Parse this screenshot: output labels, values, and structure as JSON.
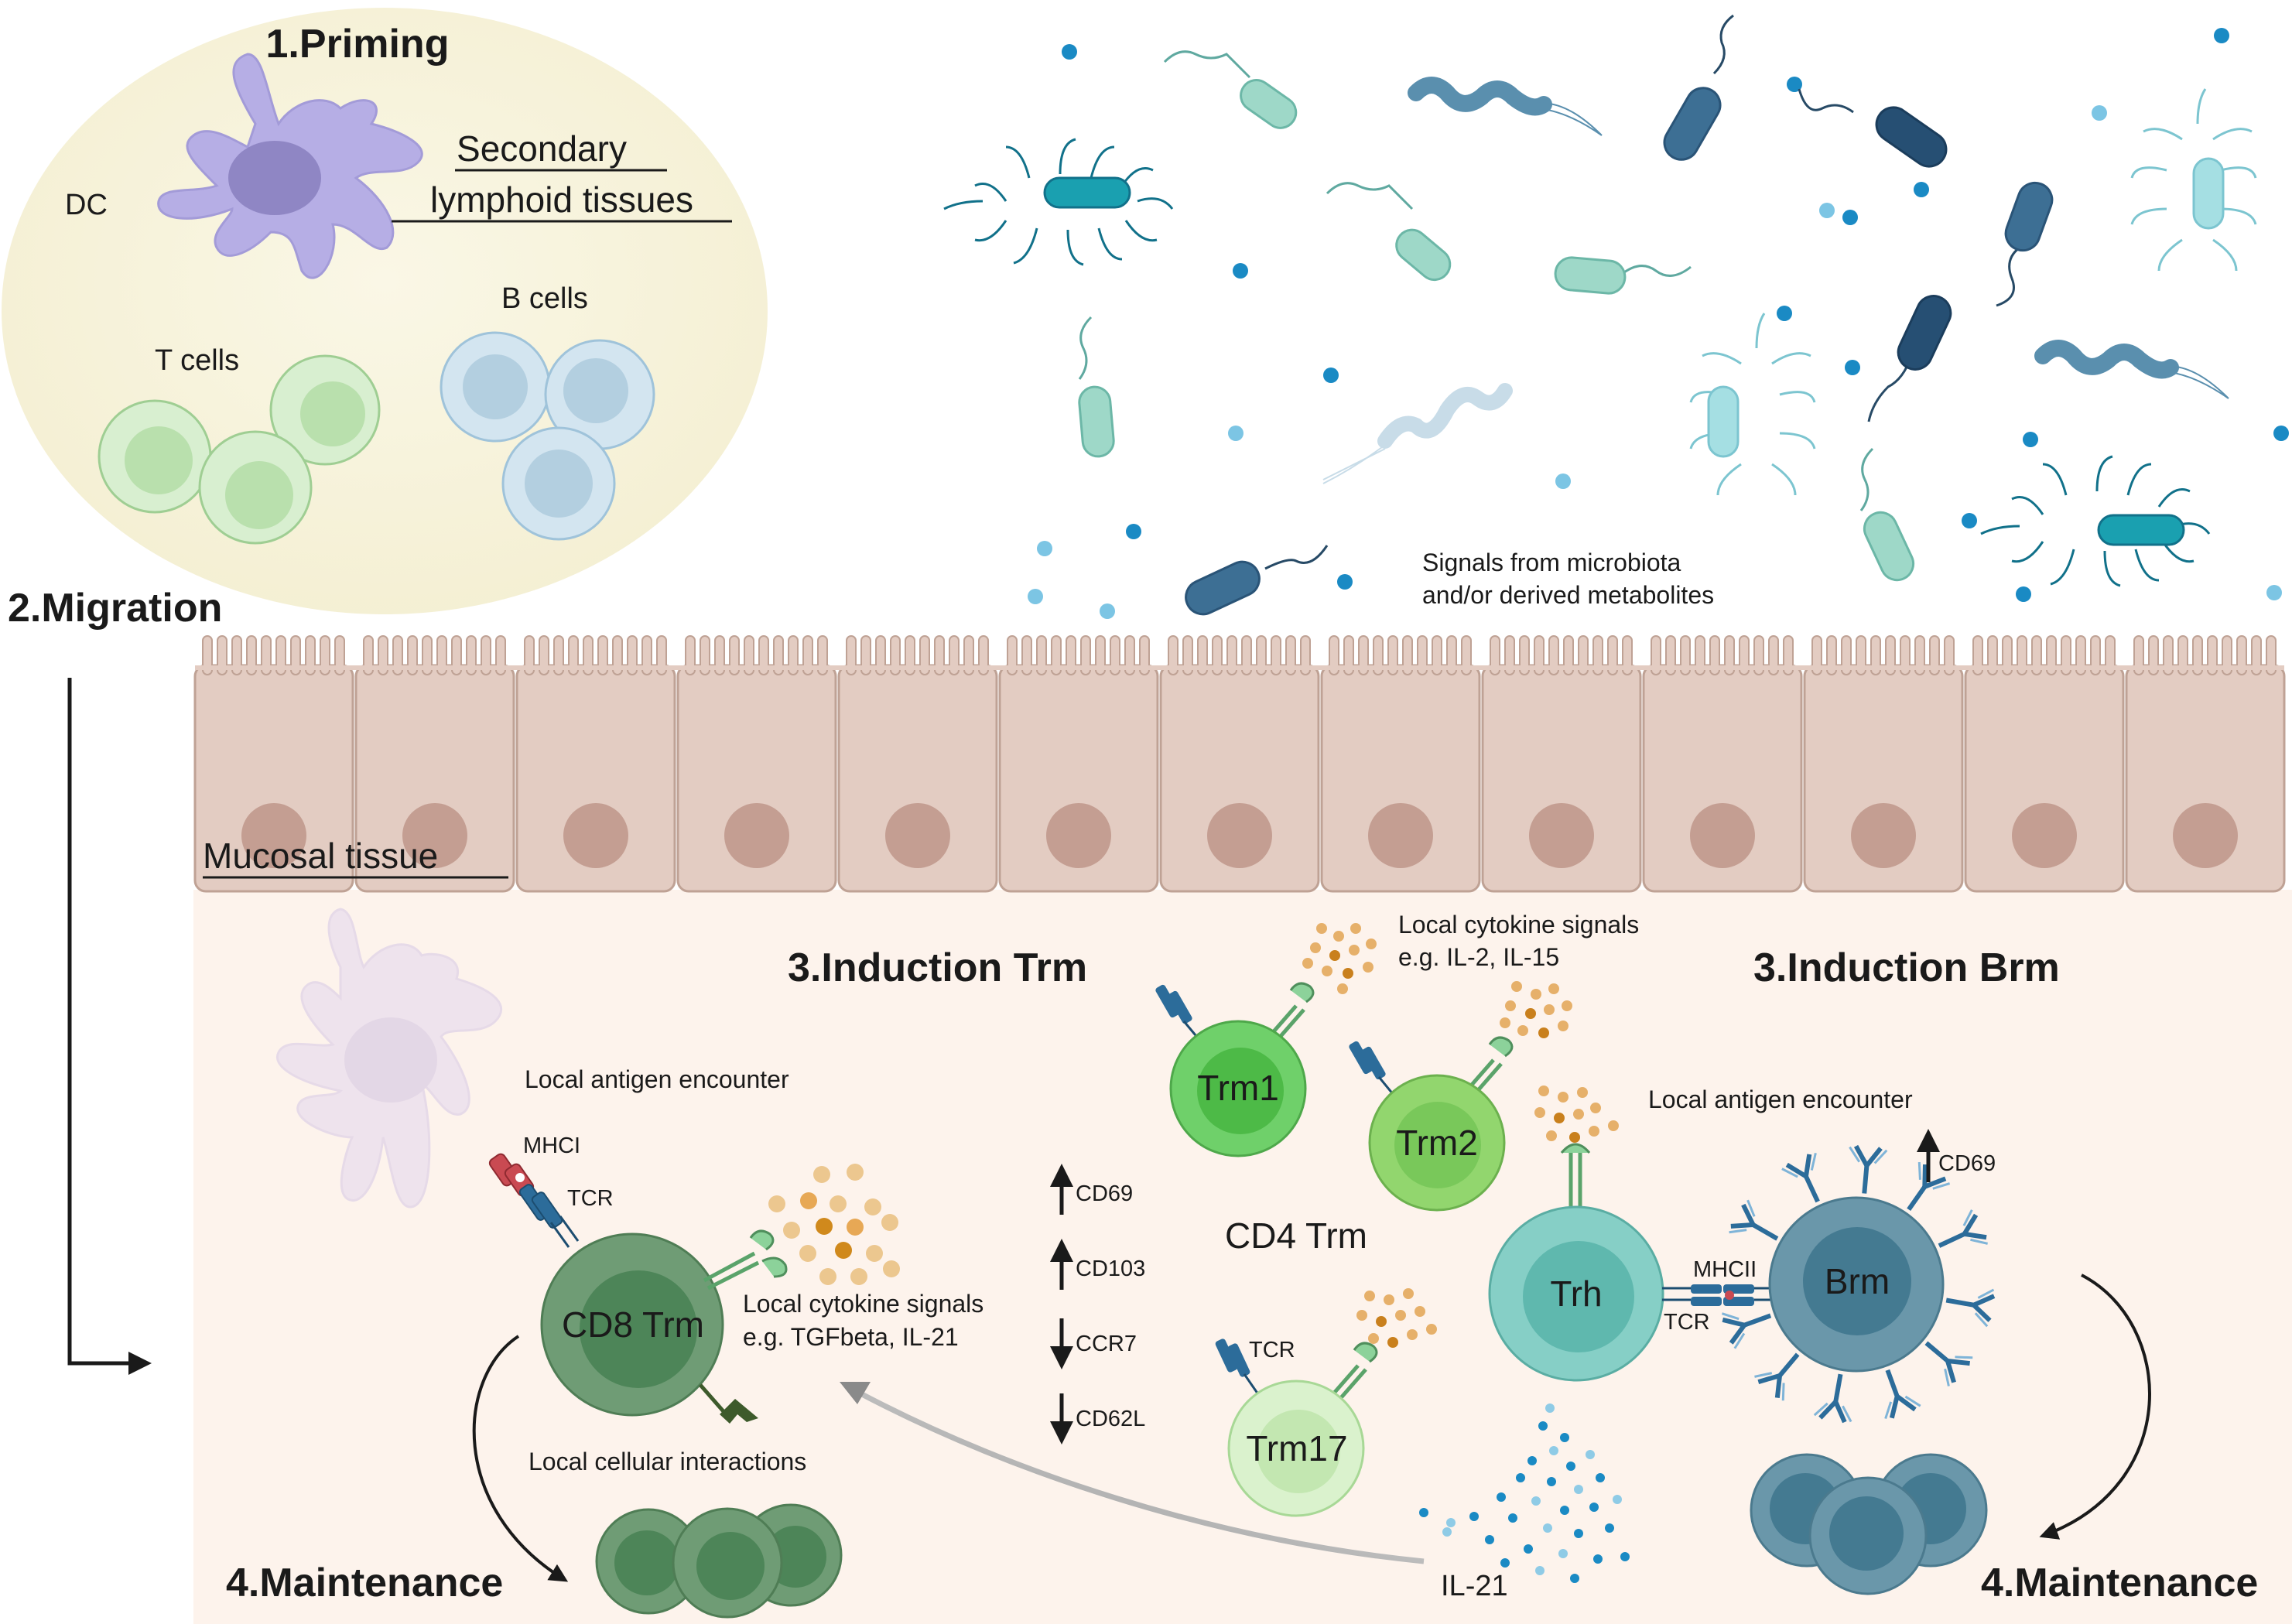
{
  "figure": {
    "steps": {
      "priming": "1.Priming",
      "migration": "2.Migration",
      "induction_trm": "3.Induction Trm",
      "induction_brm": "3.Induction Brm",
      "maintenance_left": "4.Maintenance",
      "maintenance_right": "4.Maintenance"
    },
    "lymphoid": {
      "title_line1": "Secondary",
      "title_line2": "lymphoid tissues",
      "dc_label": "DC",
      "t_cells_label": "T cells",
      "b_cells_label": "B cells"
    },
    "microbiota": {
      "line1": "Signals from microbiota",
      "line2": "and/or derived metabolites"
    },
    "tissue": {
      "label": "Mucosal tissue"
    },
    "cd8": {
      "antigen_encounter": "Local antigen encounter",
      "mhci": "MHCI",
      "tcr": "TCR",
      "cell_label": "CD8 Trm",
      "cytokine_line1": "Local cytokine signals",
      "cytokine_line2": "e.g. TGFbeta, IL-21",
      "cellular_interactions": "Local cellular interactions"
    },
    "markers": [
      {
        "dir": "up",
        "label": "CD69"
      },
      {
        "dir": "up",
        "label": "CD103"
      },
      {
        "dir": "down",
        "label": "CCR7"
      },
      {
        "dir": "down",
        "label": "CD62L"
      }
    ],
    "cd4": {
      "cytokine_line1": "Local cytokine signals",
      "cytokine_line2": "e.g. IL-2, IL-15",
      "trm1": "Trm1",
      "trm2": "Trm2",
      "trm17": "Trm17",
      "group_label": "CD4 Trm",
      "tcr": "TCR"
    },
    "brm": {
      "antigen_encounter": "Local antigen encounter",
      "cd69": "CD69",
      "trh": "Trh",
      "mhcii": "MHCII",
      "tcr": "TCR",
      "cell_label": "Brm",
      "il21": "IL-21"
    },
    "colors": {
      "lymphoid_bg": "#f7f3dc",
      "tissue_bg": "#fdf3ec",
      "epithelium": "#e3ccc2",
      "nucleus": "#c49e92",
      "cd8_cell": "#6f9c75",
      "trh_cell": "#86cfc6",
      "brm_cell": "#6a97aa",
      "tcr_blue": "#2c6c9a"
    }
  }
}
